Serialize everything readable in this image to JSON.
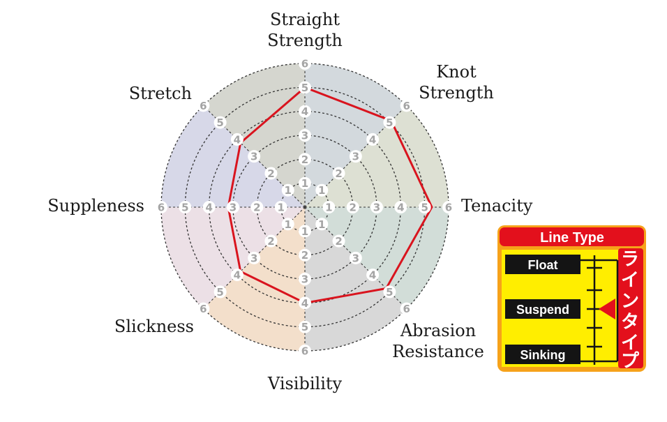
{
  "chart_data": {
    "type": "radar",
    "axes": [
      {
        "label": [
          "Straight",
          "Strength"
        ],
        "value": 5.0
      },
      {
        "label": [
          "Knot",
          "Strength"
        ],
        "value": 5.1
      },
      {
        "label": [
          "Tenacity"
        ],
        "value": 5.3
      },
      {
        "label": [
          "Abrasion",
          "Resistance"
        ],
        "value": 4.8
      },
      {
        "label": [
          "Visibility"
        ],
        "value": 4.0
      },
      {
        "label": [
          "Slickness"
        ],
        "value": 3.8
      },
      {
        "label": [
          "Suppleness"
        ],
        "value": 3.2
      },
      {
        "label": [
          "Stretch"
        ],
        "value": 3.8
      }
    ],
    "range": [
      0,
      6
    ],
    "ticks": [
      "1",
      "2",
      "3",
      "4",
      "5",
      "6"
    ],
    "grid": true,
    "series_color": "#d9141e",
    "sector_colors": [
      "#d3d9dd",
      "#dde0d3",
      "#d2ddd8",
      "#d8d8d8",
      "#f3dfcb",
      "#ece0e6",
      "#d7d8e8",
      "#d5d6cf"
    ]
  },
  "line_type_panel": {
    "title": "Line Type",
    "options": [
      "Float",
      "Suspend",
      "Sinking"
    ],
    "selected": "Suspend",
    "side_label": "ラインタイプ",
    "colors": {
      "red": "#e3101c",
      "yellow": "#ffee00",
      "frame": "#f6a21a",
      "dark": "#141414"
    }
  }
}
